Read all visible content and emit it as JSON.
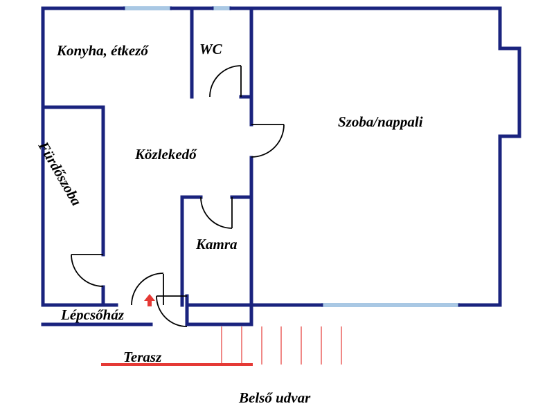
{
  "labels": {
    "kitchen": "Konyha, étkező",
    "wc": "WC",
    "living": "Szoba/nappali",
    "hall": "Közlekedő",
    "bathroom": "Fürdőszoba",
    "pantry": "Kamra",
    "stairwell": "Lépcsőház",
    "terrace": "Terasz",
    "courtyard": "Belső udvar"
  },
  "colors": {
    "wall": "#1a237e",
    "window": "#a9c8e4",
    "door": "#000000",
    "accent": "#e53935"
  }
}
